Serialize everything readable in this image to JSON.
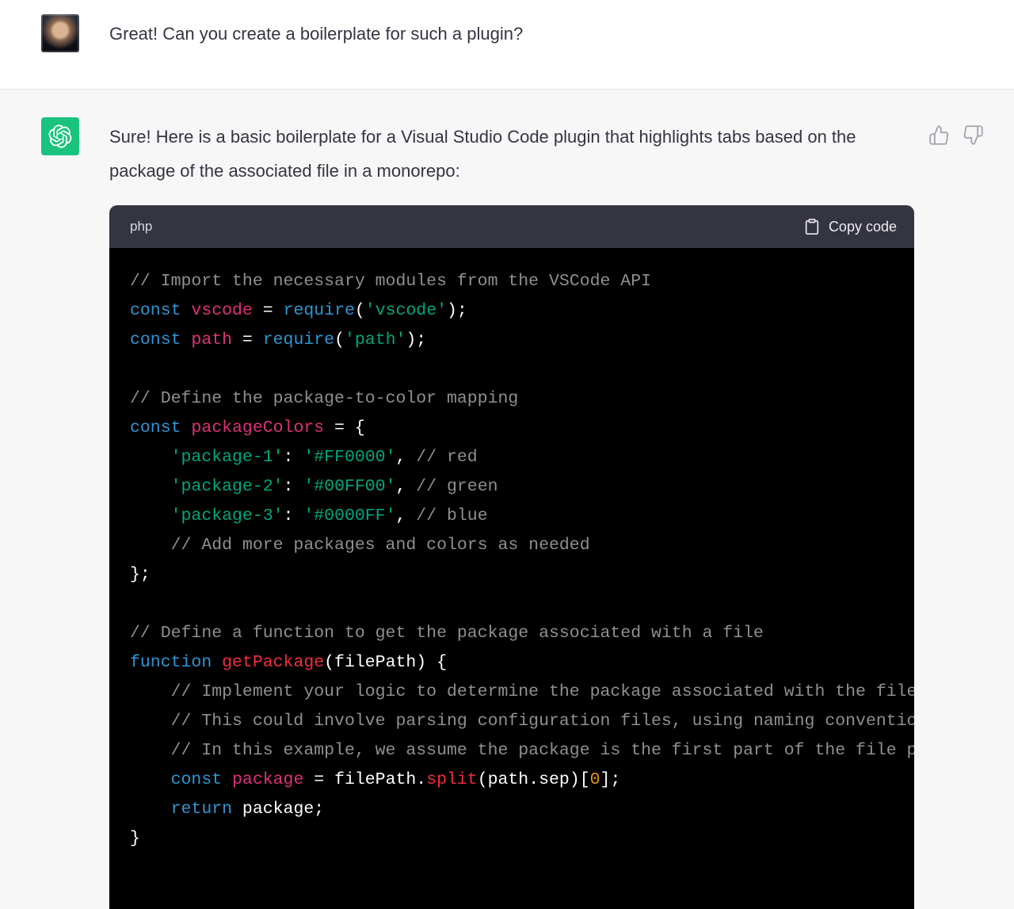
{
  "theme": {
    "user_bg": "#ffffff",
    "assistant_bg": "#f7f7f8",
    "chatgpt_green": "#19c37d",
    "message_text_color": "#343541",
    "code_header_bg": "#343541",
    "code_bg": "#000000"
  },
  "icons": {
    "assistant_logo": "openai-flower",
    "copy": "clipboard",
    "feedback_positive": "thumbs-up",
    "feedback_negative": "thumbs-down"
  },
  "user": {
    "message": "Great! Can you create a boilerplate for such a plugin?"
  },
  "assistant": {
    "message": "Sure! Here is a basic boilerplate for a Visual Studio Code plugin that highlights tabs based on the package of the associated file in a monorepo:",
    "code_block": {
      "language": "php",
      "copy_label": "Copy code",
      "syntax_colors": {
        "comment": "#8f8f8f",
        "keyword": "#2e95d3",
        "variable": "#df3079",
        "string": "#00a67d",
        "function": "#f22c3d",
        "number": "#e9950c",
        "plain": "#ffffff"
      },
      "lines": [
        [
          {
            "t": "c",
            "s": "// Import the necessary modules from the VSCode API"
          }
        ],
        [
          {
            "t": "k",
            "s": "const"
          },
          {
            "t": "p",
            "s": " "
          },
          {
            "t": "v",
            "s": "vscode"
          },
          {
            "t": "p",
            "s": " = "
          },
          {
            "t": "k",
            "s": "require"
          },
          {
            "t": "p",
            "s": "("
          },
          {
            "t": "s",
            "s": "'vscode'"
          },
          {
            "t": "p",
            "s": ");"
          }
        ],
        [
          {
            "t": "k",
            "s": "const"
          },
          {
            "t": "p",
            "s": " "
          },
          {
            "t": "v",
            "s": "path"
          },
          {
            "t": "p",
            "s": " = "
          },
          {
            "t": "k",
            "s": "require"
          },
          {
            "t": "p",
            "s": "("
          },
          {
            "t": "s",
            "s": "'path'"
          },
          {
            "t": "p",
            "s": ");"
          }
        ],
        [],
        [
          {
            "t": "c",
            "s": "// Define the package-to-color mapping"
          }
        ],
        [
          {
            "t": "k",
            "s": "const"
          },
          {
            "t": "p",
            "s": " "
          },
          {
            "t": "v",
            "s": "packageColors"
          },
          {
            "t": "p",
            "s": " = {"
          }
        ],
        [
          {
            "t": "p",
            "s": "    "
          },
          {
            "t": "s",
            "s": "'package-1'"
          },
          {
            "t": "p",
            "s": ": "
          },
          {
            "t": "s",
            "s": "'#FF0000'"
          },
          {
            "t": "p",
            "s": ", "
          },
          {
            "t": "c",
            "s": "// red"
          }
        ],
        [
          {
            "t": "p",
            "s": "    "
          },
          {
            "t": "s",
            "s": "'package-2'"
          },
          {
            "t": "p",
            "s": ": "
          },
          {
            "t": "s",
            "s": "'#00FF00'"
          },
          {
            "t": "p",
            "s": ", "
          },
          {
            "t": "c",
            "s": "// green"
          }
        ],
        [
          {
            "t": "p",
            "s": "    "
          },
          {
            "t": "s",
            "s": "'package-3'"
          },
          {
            "t": "p",
            "s": ": "
          },
          {
            "t": "s",
            "s": "'#0000FF'"
          },
          {
            "t": "p",
            "s": ", "
          },
          {
            "t": "c",
            "s": "// blue"
          }
        ],
        [
          {
            "t": "p",
            "s": "    "
          },
          {
            "t": "c",
            "s": "// Add more packages and colors as needed"
          }
        ],
        [
          {
            "t": "p",
            "s": "};"
          }
        ],
        [],
        [
          {
            "t": "c",
            "s": "// Define a function to get the package associated with a file"
          }
        ],
        [
          {
            "t": "k",
            "s": "function"
          },
          {
            "t": "p",
            "s": " "
          },
          {
            "t": "f",
            "s": "getPackage"
          },
          {
            "t": "p",
            "s": "(filePath) {"
          }
        ],
        [
          {
            "t": "p",
            "s": "    "
          },
          {
            "t": "c",
            "s": "// Implement your logic to determine the package associated with the file path"
          }
        ],
        [
          {
            "t": "p",
            "s": "    "
          },
          {
            "t": "c",
            "s": "// This could involve parsing configuration files, using naming conventions, etc."
          }
        ],
        [
          {
            "t": "p",
            "s": "    "
          },
          {
            "t": "c",
            "s": "// In this example, we assume the package is the first part of the file path"
          }
        ],
        [
          {
            "t": "p",
            "s": "    "
          },
          {
            "t": "k",
            "s": "const"
          },
          {
            "t": "p",
            "s": " "
          },
          {
            "t": "v",
            "s": "package"
          },
          {
            "t": "p",
            "s": " = filePath."
          },
          {
            "t": "f",
            "s": "split"
          },
          {
            "t": "p",
            "s": "(path.sep)["
          },
          {
            "t": "n",
            "s": "0"
          },
          {
            "t": "p",
            "s": "];"
          }
        ],
        [
          {
            "t": "p",
            "s": "    "
          },
          {
            "t": "k",
            "s": "return"
          },
          {
            "t": "p",
            "s": " package;"
          }
        ],
        [
          {
            "t": "p",
            "s": "}"
          }
        ]
      ]
    }
  }
}
